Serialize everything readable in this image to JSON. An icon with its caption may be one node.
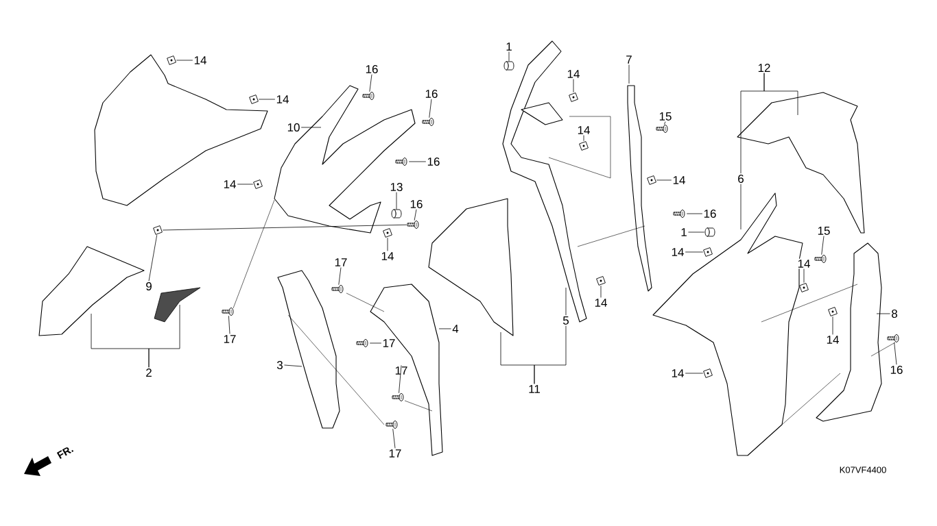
{
  "diagram": {
    "nodes": [
      {
        "text": [
          "14"
        ]
      },
      {
        "text": [
          "1"
        ]
      },
      {
        "text": [
          "12"
        ]
      },
      {
        "text": [
          "16"
        ]
      },
      {
        "text": [
          "7"
        ]
      },
      {
        "text": [
          "14"
        ]
      },
      {
        "text": [
          "14"
        ]
      },
      {
        "text": [
          "16"
        ]
      },
      {
        "text": [
          "15"
        ]
      },
      {
        "text": [
          "10"
        ]
      },
      {
        "text": [
          "14"
        ]
      },
      {
        "text": [
          "16"
        ]
      },
      {
        "text": [
          "14"
        ]
      },
      {
        "text": [
          "6"
        ]
      },
      {
        "text": [
          "14"
        ]
      },
      {
        "text": [
          "13"
        ]
      },
      {
        "text": [
          "16"
        ]
      },
      {
        "text": [
          "16"
        ]
      },
      {
        "text": [
          "15"
        ]
      },
      {
        "text": [
          "1"
        ]
      },
      {
        "text": [
          "14"
        ]
      },
      {
        "text": [
          "14"
        ]
      },
      {
        "text": [
          "17"
        ]
      },
      {
        "text": [
          "14"
        ]
      },
      {
        "text": [
          "9"
        ]
      },
      {
        "text": [
          "14"
        ]
      },
      {
        "text": [
          "4"
        ]
      },
      {
        "text": [
          "8"
        ]
      },
      {
        "text": [
          "5"
        ]
      },
      {
        "text": [
          "17"
        ]
      },
      {
        "text": [
          "14"
        ]
      },
      {
        "text": [
          "17"
        ]
      },
      {
        "text": [
          "3"
        ]
      },
      {
        "text": [
          "16"
        ]
      },
      {
        "text": [
          "17"
        ]
      },
      {
        "text": [
          "2"
        ]
      },
      {
        "text": [
          "14"
        ]
      },
      {
        "text": [
          "11"
        ]
      },
      {
        "text": [
          "17"
        ]
      },
      {
        "text": [],
        "shape": "picture"
      },
      {
        "text": [],
        "shape": "picture"
      },
      {
        "text": [],
        "shape": "picture"
      },
      {
        "text": [],
        "shape": "picture"
      },
      {
        "text": [],
        "shape": "picture"
      },
      {
        "text": [],
        "shape": "picture"
      },
      {
        "text": [],
        "shape": "picture"
      },
      {
        "text": [],
        "shape": "picture"
      },
      {
        "text": [],
        "shape": "picture"
      },
      {
        "text": [],
        "shape": "picture"
      },
      {
        "text": [],
        "shape": "picture"
      },
      {
        "text": [],
        "shape": "picture"
      },
      {
        "text": [],
        "shape": "picture"
      },
      {
        "text": [],
        "shape": "picture"
      },
      {
        "text": [],
        "shape": "picture"
      },
      {
        "text": [],
        "shape": "picture"
      },
      {
        "text": [],
        "shape": "picture"
      },
      {
        "text": [],
        "shape": "picture"
      },
      {
        "text": [],
        "shape": "picture"
      },
      {
        "text": [],
        "shape": "picture"
      },
      {
        "text": [],
        "shape": "picture"
      },
      {
        "text": [],
        "shape": "picture"
      },
      {
        "text": [],
        "shape": "picture"
      },
      {
        "text": [],
        "shape": "picture"
      },
      {
        "text": [],
        "shape": "picture"
      },
      {
        "text": [],
        "shape": "picture"
      },
      {
        "text": [],
        "shape": "cylinder"
      },
      {
        "text": [],
        "shape": "cylinder"
      },
      {
        "text": [],
        "shape": "cylinder"
      }
    ],
    "edges": [
      {
        "from": 0,
        "to": 39,
        "arrow": "none"
      },
      {
        "from": 1,
        "to": 65,
        "arrow": "none"
      },
      {
        "from": 2,
        "to": null,
        "arrow": "none"
      },
      {
        "from": 2,
        "to": 13,
        "arrow": "none"
      },
      {
        "from": 3,
        "to": 52,
        "arrow": "none"
      },
      {
        "from": 4,
        "to": null,
        "arrow": "none"
      },
      {
        "from": 5,
        "to": 40,
        "arrow": "none"
      },
      {
        "from": 6,
        "to": 43,
        "arrow": "none"
      },
      {
        "from": 7,
        "to": 53,
        "arrow": "none"
      },
      {
        "from": 8,
        "to": 61,
        "arrow": "none"
      },
      {
        "from": 9,
        "to": null,
        "arrow": "none"
      },
      {
        "from": 10,
        "to": 44,
        "arrow": "none"
      },
      {
        "from": 11,
        "to": 54,
        "arrow": "none"
      },
      {
        "from": 12,
        "to": 45,
        "arrow": "none"
      },
      {
        "from": 13,
        "to": null,
        "arrow": "none"
      },
      {
        "from": 14,
        "to": 41,
        "arrow": "none"
      },
      {
        "from": 15,
        "to": 67,
        "arrow": "none"
      },
      {
        "from": 16,
        "to": 55,
        "arrow": "none"
      },
      {
        "from": 17,
        "to": 62,
        "arrow": "none"
      },
      {
        "from": 18,
        "to": 63,
        "arrow": "none"
      },
      {
        "from": 19,
        "to": 66,
        "arrow": "none"
      },
      {
        "from": 20,
        "to": 47,
        "arrow": "none"
      },
      {
        "from": 21,
        "to": 42,
        "arrow": "none"
      },
      {
        "from": 22,
        "to": 57,
        "arrow": "none"
      },
      {
        "from": 23,
        "to": 48,
        "arrow": "none"
      },
      {
        "from": 24,
        "to": 51,
        "arrow": "none"
      },
      {
        "from": 25,
        "to": 46,
        "arrow": "none"
      },
      {
        "from": 26,
        "to": null,
        "arrow": "none"
      },
      {
        "from": 27,
        "to": null,
        "arrow": "none"
      },
      {
        "from": 28,
        "to": null,
        "arrow": "none"
      },
      {
        "from": 29,
        "to": 56,
        "arrow": "none"
      },
      {
        "from": 30,
        "to": 49,
        "arrow": "none"
      },
      {
        "from": 31,
        "to": 58,
        "arrow": "none"
      },
      {
        "from": 32,
        "to": null,
        "arrow": "none"
      },
      {
        "from": 33,
        "to": 64,
        "arrow": "none"
      },
      {
        "from": 34,
        "to": 59,
        "arrow": "none"
      },
      {
        "from": 35,
        "to": null,
        "arrow": "none"
      },
      {
        "from": 35,
        "to": null,
        "arrow": "none"
      },
      {
        "from": 36,
        "to": 50,
        "arrow": "none"
      },
      {
        "from": 37,
        "to": null,
        "arrow": "none"
      },
      {
        "from": 37,
        "to": 28,
        "arrow": "none"
      },
      {
        "from": 38,
        "to": 60,
        "arrow": "none"
      },
      {
        "from": 51,
        "to": 55,
        "arrow": "none"
      }
    ],
    "labels": [
      "FR.",
      "K07VF4400"
    ]
  }
}
